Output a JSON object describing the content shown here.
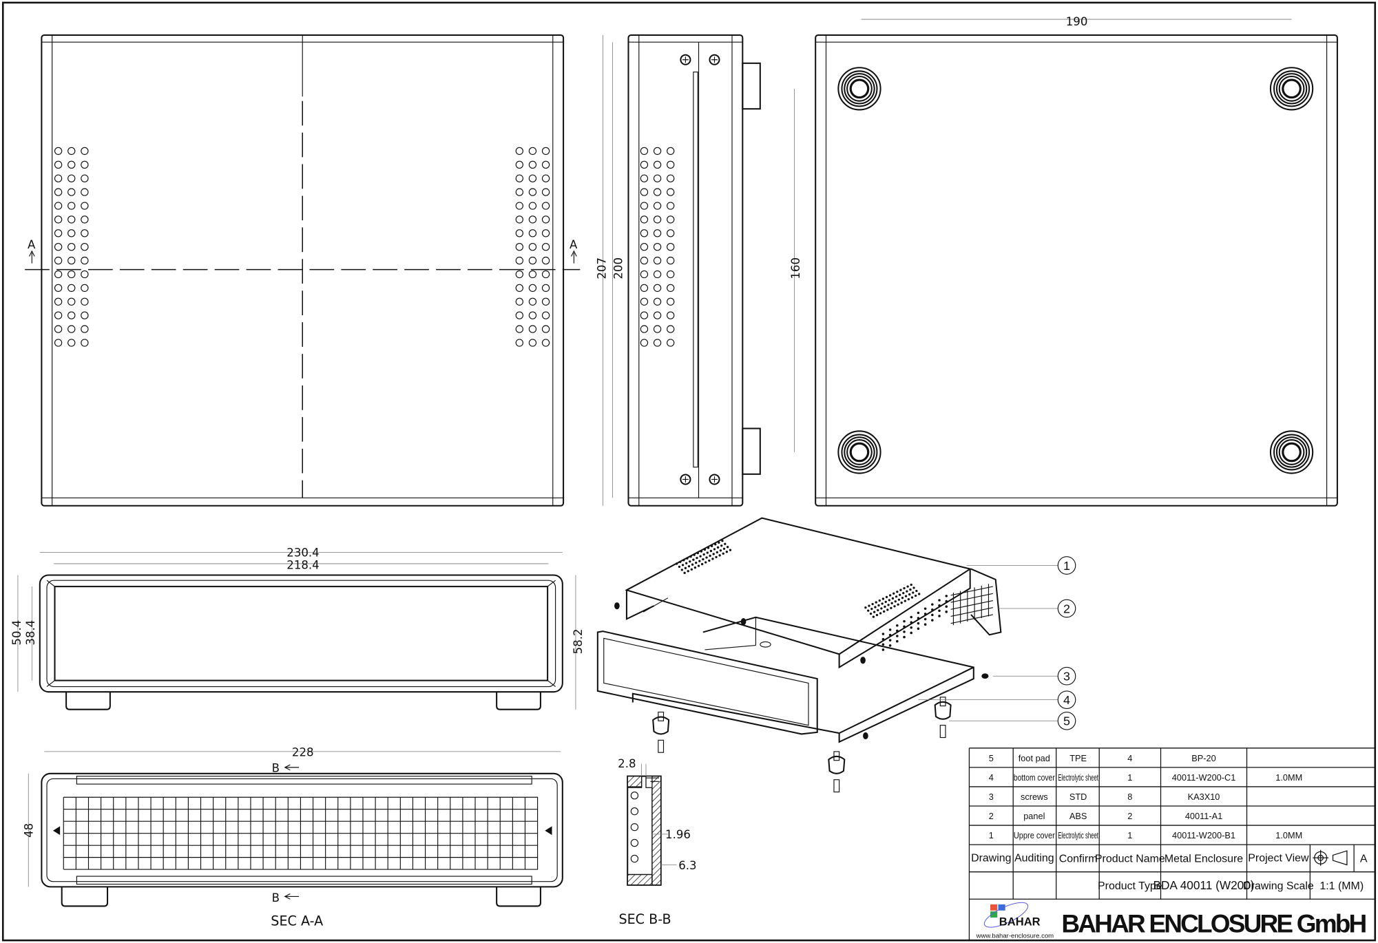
{
  "views": {
    "section_marker_a": "A",
    "section_marker_b": "B",
    "section_aa_label": "SEC A-A",
    "section_bb_label": "SEC B-B"
  },
  "dimensions": {
    "side_height_outer": "207",
    "side_height_inner": "200",
    "bottom_feet_width": "190",
    "bottom_feet_depth": "160",
    "front_width_outer": "230.4",
    "front_width_inner": "218.4",
    "front_height_outer": "50.4",
    "front_height_inner": "38.4",
    "front_height_total": "58.2",
    "section_width": "228",
    "section_height": "48",
    "bb_thickness_top": "2.8",
    "bb_gap": "1.96",
    "bb_depth": "6.3"
  },
  "balloons": [
    "1",
    "2",
    "3",
    "4",
    "5"
  ],
  "parts_table": {
    "rows": [
      {
        "no": "5",
        "name": "foot pad",
        "material": "TPE",
        "qty": "4",
        "code": "BP-20",
        "note": ""
      },
      {
        "no": "4",
        "name": "bottom cover",
        "material": "Electrolytic sheet",
        "qty": "1",
        "code": "40011-W200-C1",
        "note": "1.0MM"
      },
      {
        "no": "3",
        "name": "screws",
        "material": "STD",
        "qty": "8",
        "code": "KA3X10",
        "note": ""
      },
      {
        "no": "2",
        "name": "panel",
        "material": "ABS",
        "qty": "2",
        "code": "40011-A1",
        "note": ""
      },
      {
        "no": "1",
        "name": "Uppre cover",
        "material": "Electrolytic sheet",
        "qty": "1",
        "code": "40011-W200-B1",
        "note": "1.0MM"
      }
    ],
    "drawing_label": "Drawing",
    "auditing_label": "Auditing",
    "confirm_label": "Confirm",
    "product_name_label": "Product Name",
    "product_name": "Metal Enclosure",
    "project_view_label": "Project View",
    "projection_symbol": "first-angle-projection-icon",
    "projection_code": "A",
    "product_type_label": "Product Type",
    "product_type": "BDA 40011 (W200)",
    "drawing_scale_label": "Drawing Scale",
    "drawing_scale": "1:1 (MM)"
  },
  "company": {
    "logo_text": "BAHAR",
    "website": "www.bahar-enclosure.com",
    "name": "BAHAR ENCLOSURE GmbH"
  }
}
